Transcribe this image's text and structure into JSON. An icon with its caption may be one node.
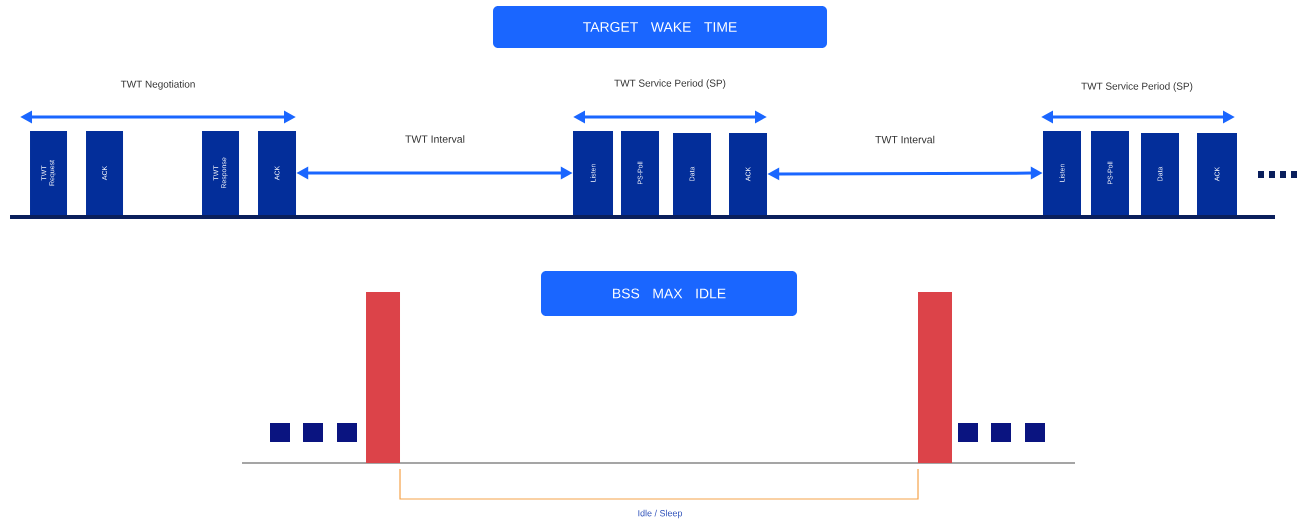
{
  "diagram": {
    "nodes": [
      {
        "text": [
          "TARGET WAKE TIME"
        ]
      },
      {
        "text": [
          "TWT Request"
        ]
      },
      {
        "text": [
          "ACK"
        ]
      },
      {
        "text": [
          "TWT Response"
        ]
      },
      {
        "text": [
          "ACK"
        ]
      },
      {
        "text": [
          "Listen"
        ]
      },
      {
        "text": [
          "PS-Poll"
        ]
      },
      {
        "text": [
          "Data"
        ]
      },
      {
        "text": [
          "ACK"
        ]
      },
      {
        "text": [
          "Listen"
        ]
      },
      {
        "text": [
          "PS-Poll"
        ]
      },
      {
        "text": [
          "Data"
        ]
      },
      {
        "text": [
          "ACK"
        ]
      },
      {
        "text": [
          "BSS MAX IDLE"
        ]
      },
      {
        "text": [],
        "shape": "bar"
      },
      {
        "text": [],
        "shape": "bar"
      }
    ],
    "edges": [
      {
        "from": 4,
        "to": 5,
        "arrow": "both",
        "label": "TWT Interval"
      },
      {
        "from": 8,
        "to": 9,
        "arrow": "both",
        "label": "TWT Interval"
      }
    ],
    "labels": [
      "TWT Negotiation",
      "TWT Service Period (SP)",
      "TWT Service Period (SP)",
      "Idle / Sleep"
    ]
  }
}
